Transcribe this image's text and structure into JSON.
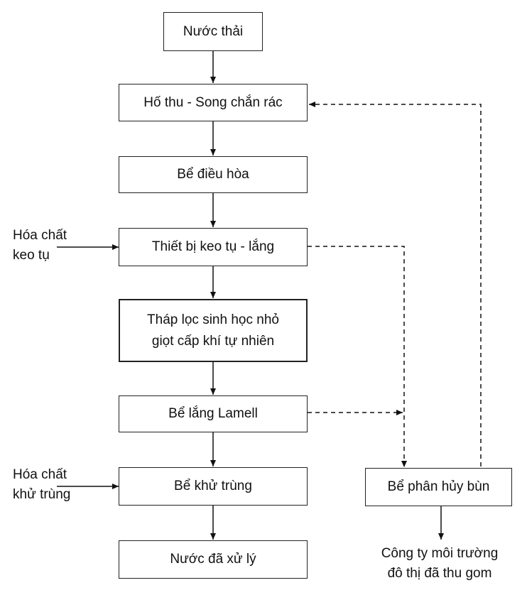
{
  "nodes": {
    "wastewater": "Nước thải",
    "screening": "Hố thu - Song chắn rác",
    "equalization": "Bể điều hòa",
    "coagulation": "Thiết bị keo tụ - lắng",
    "biofilter": "Tháp lọc sinh học nhỏ\ngiọt cấp khí tự nhiên",
    "lamella": "Bể lắng Lamell",
    "disinfection": "Bể khử trùng",
    "treated": "Nước đã xử lý",
    "sludge_digester": "Bể phân hủy bùn"
  },
  "inputs": {
    "coagulant": "Hóa chất\nkeo tụ",
    "disinfectant": "Hóa chất\nkhử trùng"
  },
  "outputs": {
    "collector": "Công ty môi trường\nđô thị đã thu gom"
  }
}
